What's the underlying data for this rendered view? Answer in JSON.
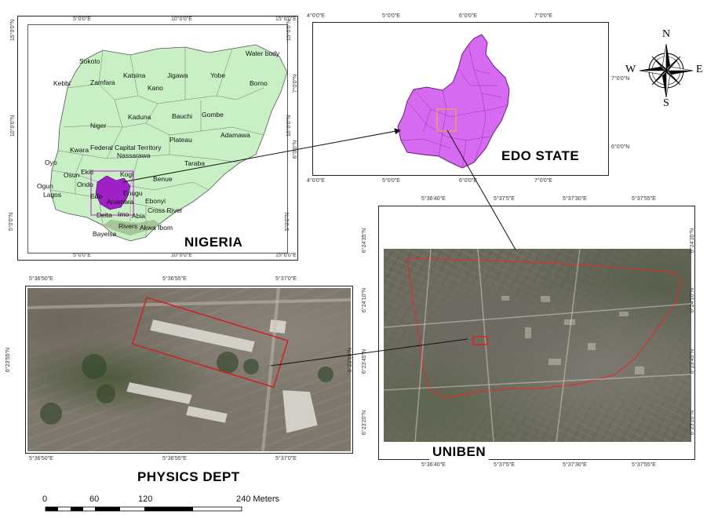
{
  "nigeria": {
    "title": "NIGERIA",
    "top_coords": [
      "5°0'0\"E",
      "10°0'0\"E",
      "15°0'0\"E"
    ],
    "bottom_coords": [
      "5°0'0\"E",
      "10°0'0\"E",
      "15°0'0\"E"
    ],
    "left_coords": [
      "15°0'0\"N",
      "10°0'0\"N",
      "5°0'0\"N"
    ],
    "right_coords": [
      "15°0'0\"N",
      "10°0'0\"N",
      "5°0'0\"N"
    ],
    "states": {
      "sokoto": "Sokoto",
      "kebbi": "Kebbi",
      "zamfara": "Zamfara",
      "katsina": "Katsina",
      "jigawa": "Jigawa",
      "yobe": "Yobe",
      "borno": "Borno",
      "water": "Water body",
      "kano": "Kano",
      "niger": "Niger",
      "kaduna": "Kaduna",
      "bauchi": "Bauchi",
      "gombe": "Gombe",
      "adamawa": "Adamawa",
      "plateau": "Plateau",
      "kwara": "Kwara",
      "fct": "Federal Capital Territory",
      "nassarawa": "Nassarawa",
      "taraba": "Taraba",
      "oyo": "Oyo",
      "osun": "Osun",
      "ekiti": "Ekiti",
      "kogi": "Kogi",
      "benue": "Benue",
      "ogun": "Ogun",
      "ondo": "Ondo",
      "lagos": "Lagos",
      "edo": "Edo",
      "enugu": "Enugu",
      "anambra": "Anambra",
      "ebonyi": "Ebonyi",
      "delta": "Delta",
      "imo": "Imo",
      "abia": "Abia",
      "crossriver": "Cross River",
      "rivers": "Rivers",
      "akwaibom": "Akwa Ibom",
      "bayelsa": "Bayelsa"
    }
  },
  "edo": {
    "title": "EDO STATE",
    "top_coords": [
      "4°0'0\"E",
      "5°0'0\"E",
      "6°0'0\"E",
      "7°0'0\"E"
    ],
    "bottom_coords": [
      "4°0'0\"E",
      "5°0'0\"E",
      "6°0'0\"E",
      "7°0'0\"E"
    ],
    "left_coords": [
      "7°0'0\"N",
      "6°0'0\"N"
    ],
    "right_coords": [
      "7°0'0\"N",
      "6°0'0\"N"
    ]
  },
  "compass": {
    "n": "N",
    "s": "S",
    "e": "E",
    "w": "W"
  },
  "uniben": {
    "title": "UNIBEN",
    "top_coords": [
      "5°36'40\"E",
      "5°37'5\"E",
      "5°37'30\"E",
      "5°37'55\"E"
    ],
    "bottom_coords": [
      "5°36'40\"E",
      "5°37'5\"E",
      "5°37'30\"E",
      "5°37'55\"E"
    ],
    "left_coords": [
      "6°24'35\"N",
      "6°24'10\"N",
      "6°23'45\"N",
      "6°23'20\"N"
    ],
    "right_coords": [
      "6°24'35\"N",
      "6°24'10\"N",
      "6°23'45\"N",
      "6°23'20\"N"
    ]
  },
  "physics": {
    "title": "PHYSICS DEPT",
    "top_coords": [
      "5°36'50\"E",
      "5°36'55\"E",
      "5°37'0\"E"
    ],
    "bottom_coords": [
      "5°36'50\"E",
      "5°36'55\"E",
      "5°37'0\"E"
    ],
    "left_coords": [
      "6°23'55\"N"
    ],
    "right_coords": [
      "6°23'55\"N"
    ]
  },
  "scale": {
    "labels": [
      "0",
      "60",
      "120",
      "240 Meters"
    ]
  },
  "colors": {
    "nigeria_fill": "#c8f0c4",
    "edo_purple": "#d66af0",
    "edo_dark": "#a020c8",
    "box_red": "#d02020"
  }
}
